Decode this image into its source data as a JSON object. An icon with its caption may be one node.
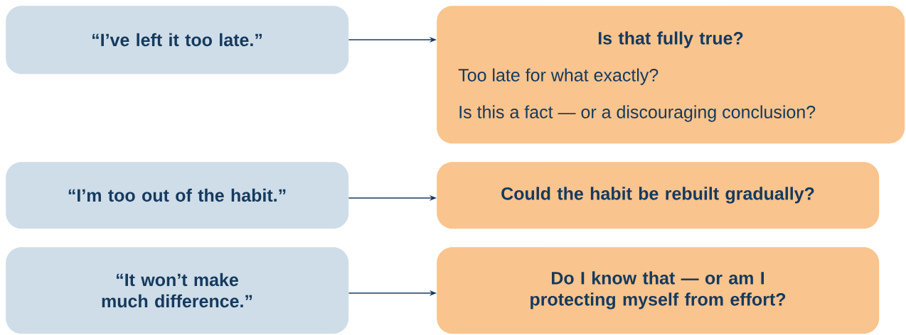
{
  "diagram": {
    "nodes": [
      {
        "text": [
          "“I’ve left it too late.”"
        ]
      },
      {
        "text": [
          "Is that fully true?",
          "Too late for what exactly?",
          "Is this a fact — or a discouraging conclusion?"
        ]
      },
      {
        "text": [
          "“I’m too out of the habit.”"
        ]
      },
      {
        "text": [
          "Could the habit be rebuilt gradually?"
        ]
      },
      {
        "text": [
          "“It won’t make much difference.”"
        ]
      },
      {
        "text": [
          "Do I know that — or am I protecting myself from effort?"
        ]
      }
    ],
    "edges": [
      {
        "from": 0,
        "to": 1,
        "arrow": "to"
      },
      {
        "from": 2,
        "to": 3,
        "arrow": "to"
      },
      {
        "from": 4,
        "to": 5,
        "arrow": "to"
      }
    ]
  }
}
